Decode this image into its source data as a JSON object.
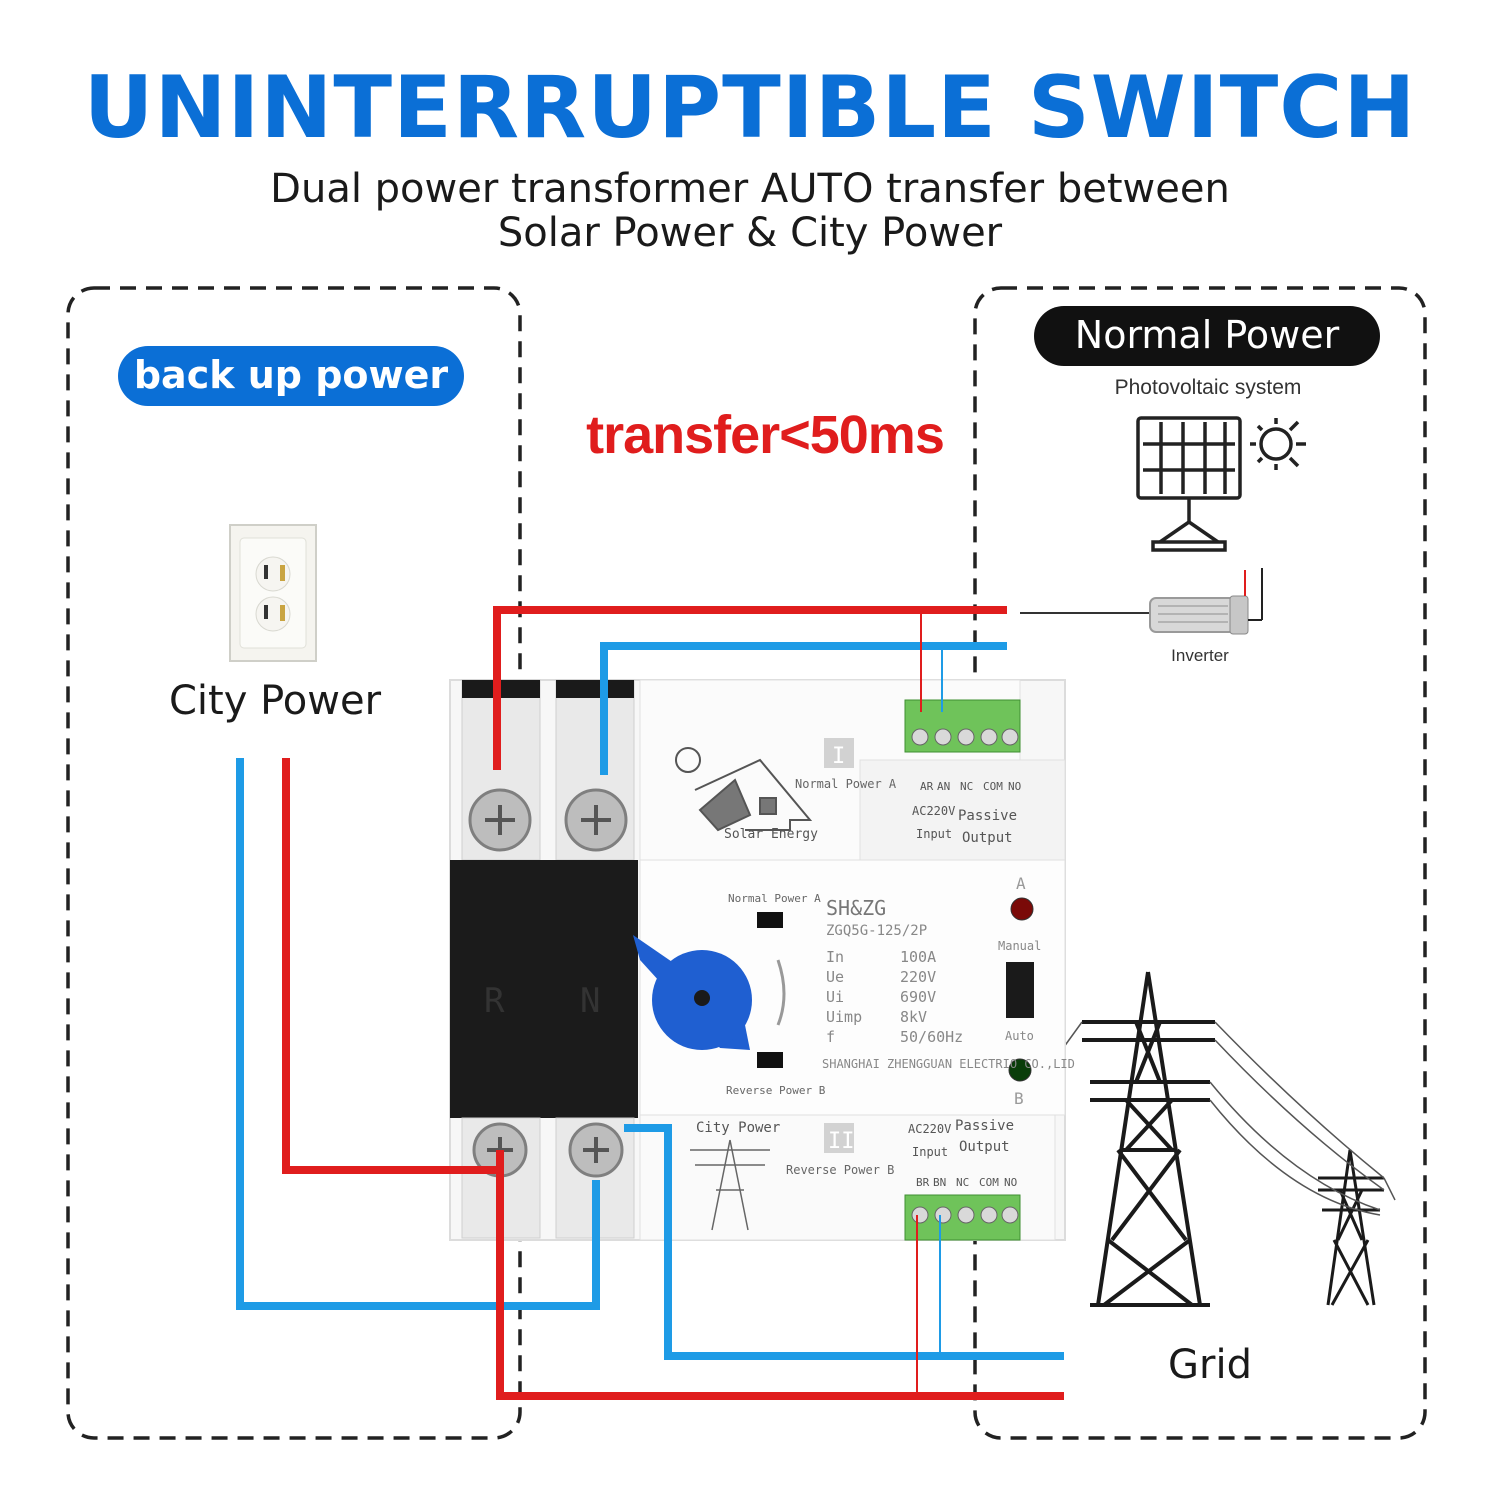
{
  "title": "UNINTERRUPTIBLE SWITCH",
  "subtitle_line1": "Dual power transformer AUTO transfer between",
  "subtitle_line2": "Solar Power & City Power",
  "backup_label": "back up power",
  "normal_label": "Normal Power",
  "pv_label": "Photovoltaic system",
  "transfer_label": "transfer<50ms",
  "city_label": "City Power",
  "grid_label": "Grid",
  "inverter_label": "Inverter",
  "device": {
    "brand": "SH&ZG",
    "model": "ZGQ5G-125/2P",
    "spec_keys": [
      "In",
      "Ue",
      "Ui",
      "Uimp",
      "f"
    ],
    "spec_values": [
      "100A",
      "220V",
      "690V",
      "8kV",
      "50/60Hz"
    ],
    "maker": "SHANGHAI ZHENGGUAN ELECTRIO CO.,LID",
    "normal_power_a": "Normal Power A",
    "reverse_power_b": "Reverse Power B",
    "solar_energy": "Solar Energy",
    "city_power_small": "City Power",
    "roman_1": "I",
    "roman_2": "II",
    "letter_a": "A",
    "letter_b": "B",
    "manual": "Manual",
    "auto": "Auto",
    "r_letter": "R",
    "n_letter": "N",
    "ac220v": "AC220V",
    "input": "Input",
    "passive": "Passive",
    "output": "Output",
    "top_terminals": [
      "AR",
      "AN",
      "NC",
      "COM",
      "NO"
    ],
    "bottom_terminals": [
      "BR",
      "BN",
      "NC",
      "COM",
      "NO"
    ]
  },
  "colors": {
    "blue_title": "#0b6fd6",
    "red_wire": "#e01d1d",
    "blue_wire": "#1e9be6",
    "dark": "#111111",
    "terminal_green": "#6fc35a",
    "knob_blue": "#1f5fd1"
  }
}
